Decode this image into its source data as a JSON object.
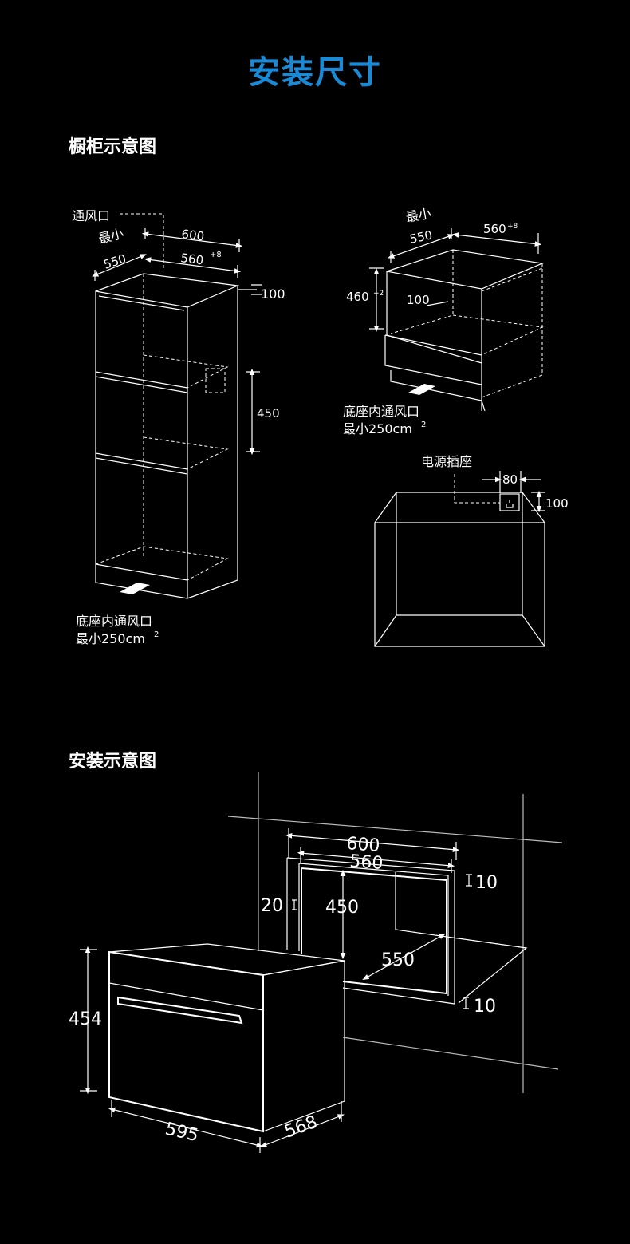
{
  "title": "安装尺寸",
  "colors": {
    "accent": "#1a8ad6",
    "background": "#000000",
    "line": "#ffffff"
  },
  "sections": {
    "cabinet": "橱柜示意图",
    "install": "安装示意图"
  },
  "cabinet_tall": {
    "vent_label": "通风口",
    "min_label": "最小",
    "dim_600": "600",
    "dim_550": "550",
    "dim_560": "560",
    "dim_560_sup": "+8",
    "dim_100": "100",
    "dim_450": "450",
    "base_vent_line1": "底座内通风口",
    "base_vent_line2": "最小250cm",
    "base_vent_sup": "2"
  },
  "cabinet_under": {
    "min_label": "最小",
    "dim_550": "550",
    "dim_560": "560",
    "dim_560_sup": "+8",
    "dim_460": "460",
    "dim_460_sup": "+2",
    "dim_100": "100",
    "base_vent_line1": "底座内通风口",
    "base_vent_line2": "最小250cm",
    "base_vent_sup": "2"
  },
  "socket": {
    "label": "电源插座",
    "dim_80": "80",
    "dim_100": "100"
  },
  "install": {
    "dim_600": "600",
    "dim_560": "560",
    "dim_10_top": "10",
    "dim_20": "20",
    "dim_450": "450",
    "dim_550": "550",
    "dim_10_bottom": "10",
    "dim_454": "454",
    "dim_595": "595",
    "dim_568": "568"
  }
}
